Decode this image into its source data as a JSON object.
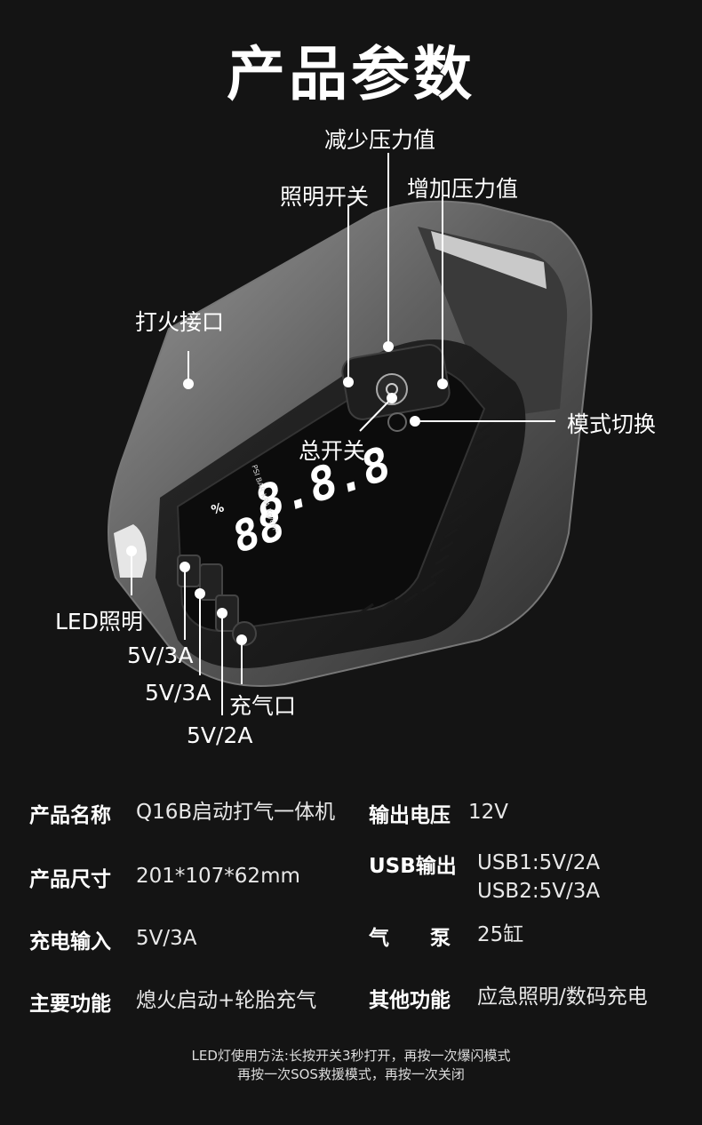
{
  "page": {
    "title": "产品参数"
  },
  "callouts": {
    "decrease_pressure": "减少压力值",
    "light_switch": "照明开关",
    "increase_pressure": "增加压力值",
    "jump_port": "打火接口",
    "mode_switch": "模式切换",
    "main_switch": "总开关",
    "led_light": "LED照明",
    "port1": "5V/3A",
    "port2": "5V/3A",
    "air_outlet": "充气口",
    "port3": "5V/2A"
  },
  "display": {
    "top_digits": "8.8.8",
    "bottom_digits": "88",
    "units": "PSI  BAR  KPA  Kg/cm²",
    "percent": "%"
  },
  "specs": {
    "left": [
      {
        "label": "产品名称",
        "value": [
          "Q16B启动打气一体机"
        ]
      },
      {
        "label": "产品尺寸",
        "value": [
          "201*107*62mm"
        ]
      },
      {
        "label": "充电输入",
        "value": [
          "5V/3A"
        ]
      },
      {
        "label": "主要功能",
        "value": [
          "熄火启动+轮胎充气"
        ]
      }
    ],
    "right": [
      {
        "label": "输出电压",
        "value": [
          "12V"
        ]
      },
      {
        "label": "USB输出",
        "value": [
          "USB1:5V/2A",
          "USB2:5V/3A"
        ]
      },
      {
        "label": "气　　泵",
        "value": [
          "25缸"
        ]
      },
      {
        "label": "其他功能",
        "value": [
          "应急照明/数码充电"
        ]
      }
    ]
  },
  "note": {
    "line1": "LED灯使用方法:长按开关3秒打开，再按一次爆闪模式",
    "line2": "再按一次SOS救援模式，再按一次关闭"
  }
}
